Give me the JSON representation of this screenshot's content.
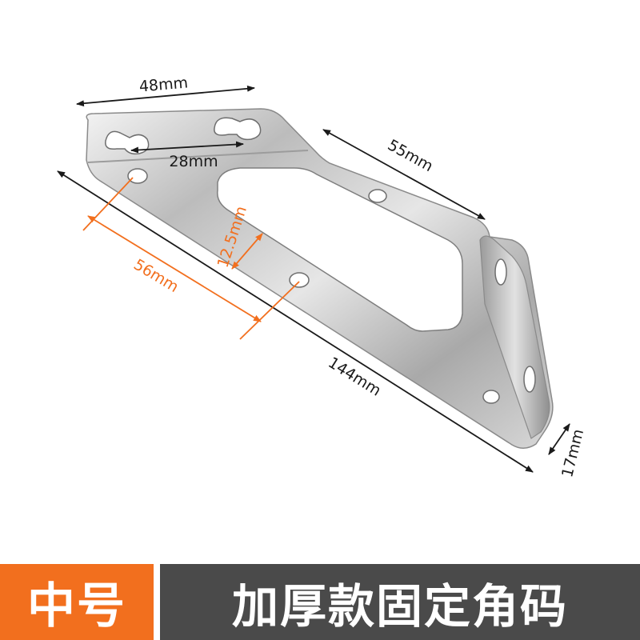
{
  "dimensions": {
    "top_width": "48mm",
    "hole_spacing": "28mm",
    "edge_length": "55mm",
    "slot_width": "12.5mm",
    "inner_length": "56mm",
    "total_length": "144mm",
    "lip_height": "17mm"
  },
  "banner": {
    "size_label": "中号",
    "title": "加厚款固定角码"
  },
  "colors": {
    "accent": "#f26f1e",
    "banner_dark": "#4a4a4a",
    "dimension_dark": "#1a1a1a",
    "dimension_accent": "#f26f1e"
  }
}
